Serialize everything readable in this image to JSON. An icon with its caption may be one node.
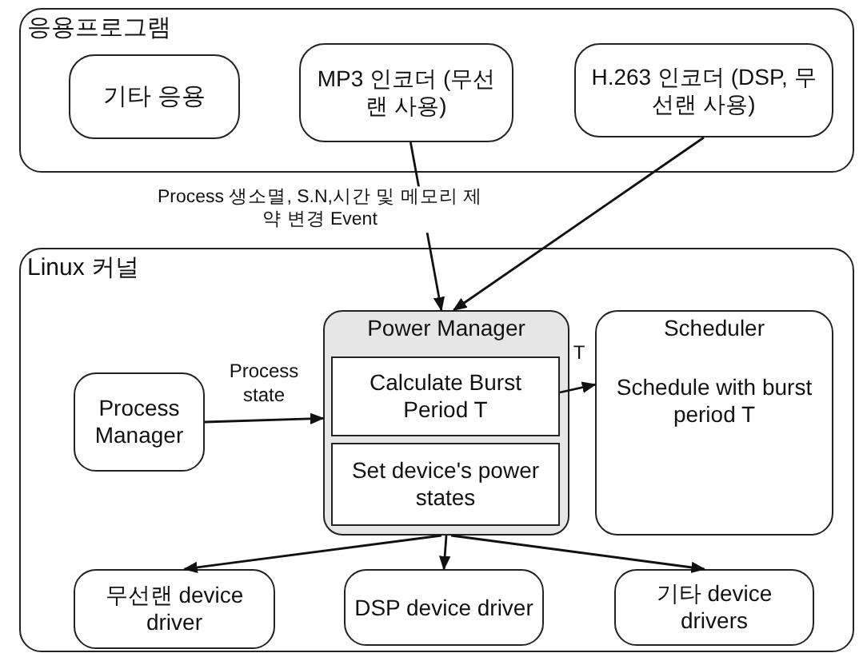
{
  "diagram": {
    "nodes": [
      {
        "text": [
          "응용프로그램"
        ]
      },
      {
        "text": [
          "기타 응용"
        ],
        "in": 0
      },
      {
        "text": [
          "MP3 인코더 (무선랜 사용)"
        ],
        "in": 0
      },
      {
        "text": [
          "H.263 인코더 (DSP, 무선랜 사용)"
        ],
        "in": 0
      },
      {
        "text": [
          "Linux 커널"
        ]
      },
      {
        "text": [
          "Process Manager"
        ],
        "in": 4
      },
      {
        "text": [
          "Power Manager"
        ],
        "in": 4
      },
      {
        "text": [
          "Calculate Burst Period T"
        ],
        "in": 6
      },
      {
        "text": [
          "Set device's power states"
        ],
        "in": 6
      },
      {
        "text": [
          "Scheduler",
          "Schedule with burst period T"
        ],
        "in": 4
      },
      {
        "text": [
          "무선랜 device driver"
        ],
        "in": 4
      },
      {
        "text": [
          "DSP device driver"
        ],
        "in": 4
      },
      {
        "text": [
          "기타 device drivers"
        ],
        "in": 4
      }
    ],
    "edges": [
      {
        "from": 2,
        "to": 6,
        "arrow": "to",
        "label": "Process 생소멸, S.N,시간 및 메모리 제약 변경 Event"
      },
      {
        "from": 3,
        "to": 6,
        "arrow": "to"
      },
      {
        "from": 5,
        "to": 6,
        "arrow": "to",
        "label": "Process state"
      },
      {
        "from": 7,
        "to": 9,
        "arrow": "to",
        "label": "T"
      },
      {
        "from": 6,
        "to": 10,
        "arrow": "to"
      },
      {
        "from": 6,
        "to": 11,
        "arrow": "to"
      },
      {
        "from": 6,
        "to": 12,
        "arrow": "to"
      }
    ]
  }
}
